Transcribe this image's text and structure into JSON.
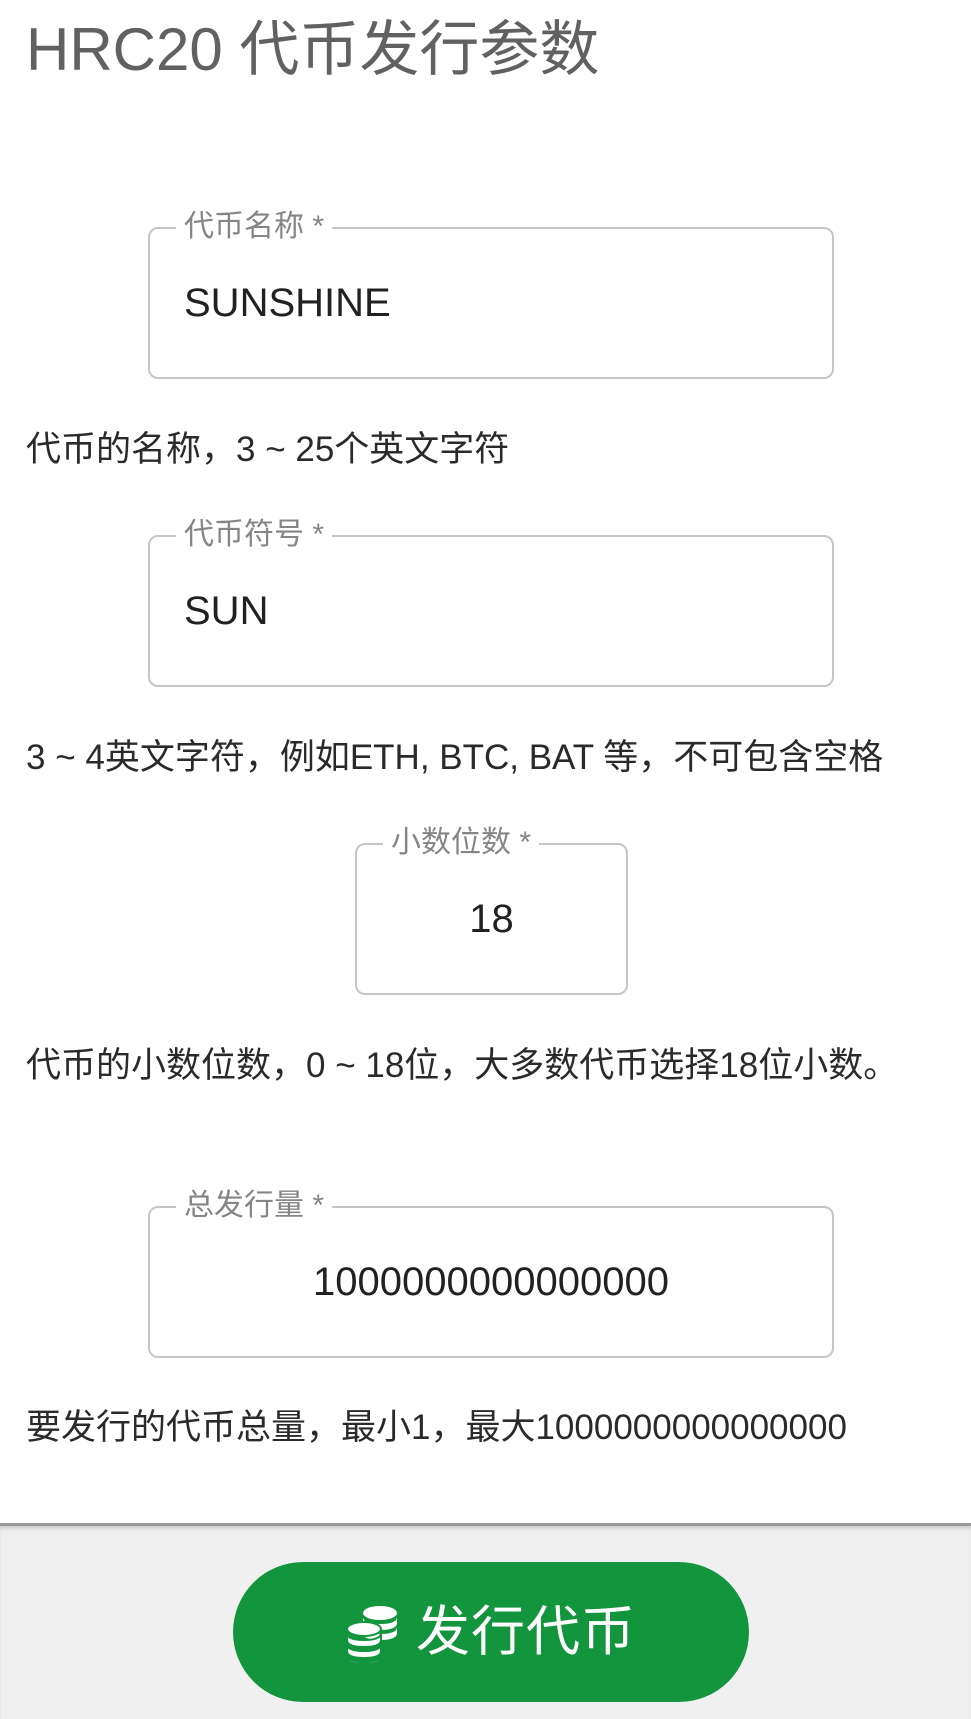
{
  "page": {
    "title": "HRC20 代币发行参数"
  },
  "form": {
    "token_name": {
      "label": "代币名称 *",
      "value": "SUNSHINE",
      "help": "代币的名称，3 ~ 25个英文字符"
    },
    "token_symbol": {
      "label": "代币符号 *",
      "value": "SUN",
      "help": "3 ~ 4英文字符，例如ETH, BTC, BAT 等，不可包含空格"
    },
    "decimals": {
      "label": "小数位数 *",
      "value": "18",
      "help": "代币的小数位数，0 ~ 18位，大多数代币选择18位小数。"
    },
    "total_supply": {
      "label": "总发行量 *",
      "value": "1000000000000000",
      "help": "要发行的代币总量，最小1，最大1000000000000000"
    }
  },
  "actions": {
    "issue_button": {
      "label": "发行代币",
      "icon": "coins-icon"
    }
  },
  "colors": {
    "primary_button": "#13953e",
    "title_text": "#616161",
    "label_text": "#858585",
    "field_border": "#c6c6c6",
    "bottom_bar": "#f0f0f0"
  }
}
